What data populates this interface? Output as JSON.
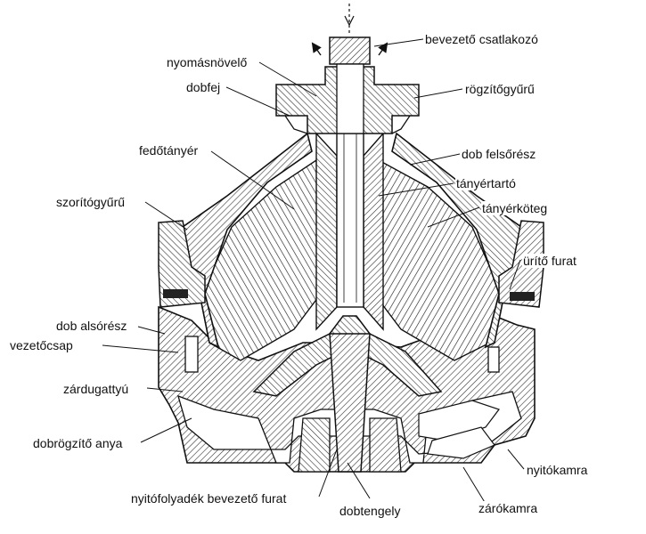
{
  "diagram": {
    "labels": {
      "bevezeto_csatlakozo": "bevezető csatlakozó",
      "nyomasnovelo": "nyomásnövelő",
      "rogzitogyuru": "rögzítőgyűrű",
      "dobfej": "dobfej",
      "fedotanyer": "fedőtányér",
      "dob_felsoresz": "dob felsőrész",
      "tanyertarto": "tányértartó",
      "szoritogyuru": "szorítógyűrű",
      "tanyerkoteg": "tányérköteg",
      "urito_furat": "ürítő furat",
      "dob_alsoresz": "dob alsórész",
      "vezetocsap": "vezetőcsap",
      "zardugattyu": "zárdugattyú",
      "dobrogzito_anya": "dobrögzítő anya",
      "nyitokamra": "nyitókamra",
      "nyitofolyadek_bevezeto_furat": "nyitófolyadék bevezető furat",
      "dobtengely": "dobtengely",
      "zarokamra": "zárókamra"
    },
    "colors": {
      "ink": "#111111",
      "paper": "#ffffff",
      "hatch": "#333333"
    }
  }
}
